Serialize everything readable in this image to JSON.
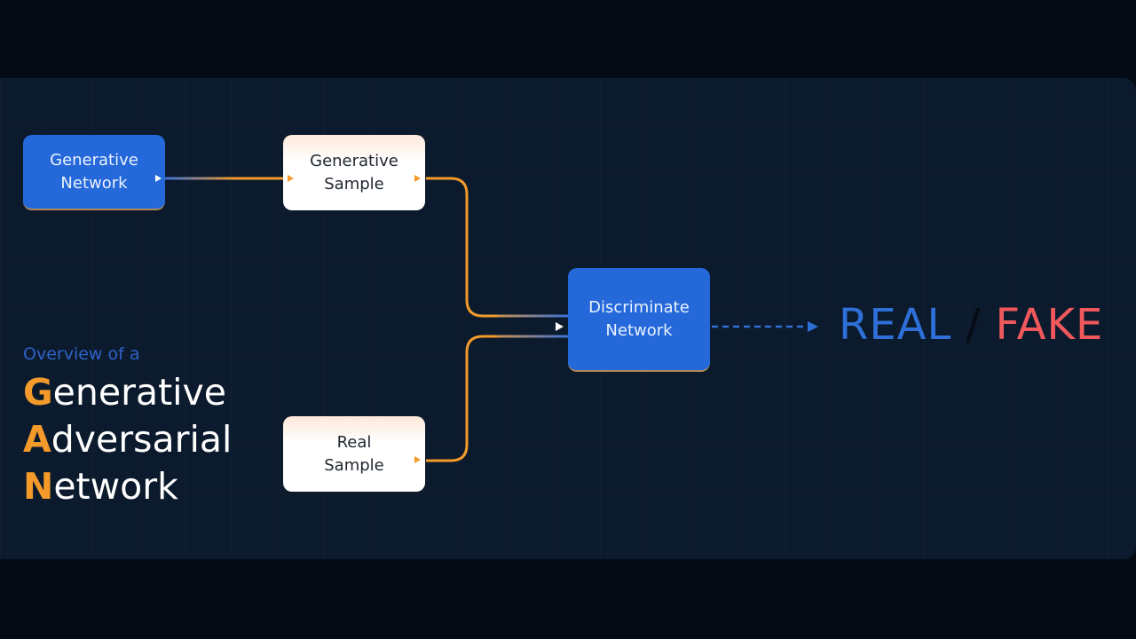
{
  "diagram": {
    "nodes": {
      "generative_network": {
        "label_line1": "Generative",
        "label_line2": "Network"
      },
      "generative_sample": {
        "label_line1": "Generative",
        "label_line2": "Sample"
      },
      "real_sample": {
        "label_line1": "Real",
        "label_line2": "Sample"
      },
      "discriminate_network": {
        "label_line1": "Discriminate",
        "label_line2": "Network"
      }
    },
    "edges": [
      {
        "from": "generative_network",
        "to": "generative_sample",
        "style": "solid"
      },
      {
        "from": "generative_sample",
        "to": "discriminate_network",
        "style": "solid"
      },
      {
        "from": "real_sample",
        "to": "discriminate_network",
        "style": "solid"
      },
      {
        "from": "discriminate_network",
        "to": "result",
        "style": "dashed"
      }
    ],
    "result": {
      "real": "REAL",
      "separator": "/",
      "fake": "FAKE"
    }
  },
  "caption": {
    "subtitle": "Overview of a",
    "lines": [
      {
        "initial": "G",
        "rest": "enerative"
      },
      {
        "initial": "A",
        "rest": "dversarial"
      },
      {
        "initial": "N",
        "rest": "etwork"
      }
    ]
  },
  "colors": {
    "accent_orange": "#f39a2a",
    "node_blue": "#2468da",
    "real_blue": "#2e6fd8",
    "fake_red": "#f0585c",
    "panel_bg": "#0b1a2c"
  }
}
